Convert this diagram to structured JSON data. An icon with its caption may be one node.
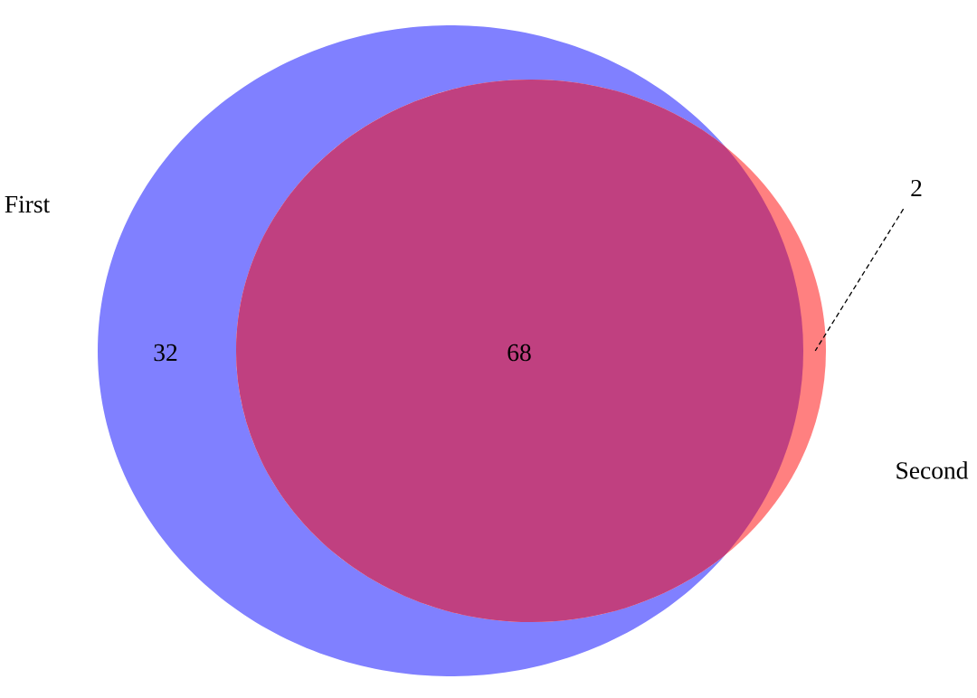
{
  "diagram": {
    "nodes": [
      {
        "text": [
          "First"
        ]
      },
      {
        "text": [
          "Second"
        ]
      },
      {
        "text": [
          "2"
        ]
      }
    ],
    "edges": [
      {
        "from": 2,
        "to": 1,
        "arrow": "none",
        "style": "dashed"
      }
    ],
    "labels": [
      "32",
      "68"
    ]
  }
}
